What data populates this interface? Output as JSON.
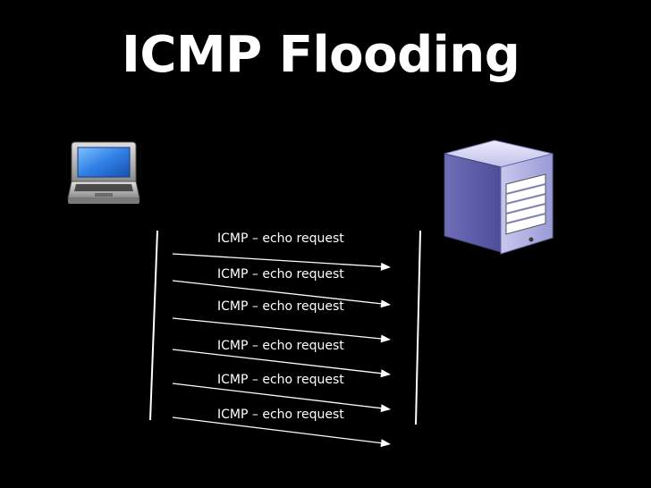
{
  "title": "ICMP Flooding",
  "colors": {
    "background": "#000000",
    "text": "#ffffff",
    "line": "#ffffff"
  },
  "participants": {
    "client": {
      "icon": "laptop-icon"
    },
    "server": {
      "icon": "server-tower-icon"
    }
  },
  "messages": [
    {
      "label": "ICMP – echo request"
    },
    {
      "label": "ICMP – echo request"
    },
    {
      "label": "ICMP – echo request"
    },
    {
      "label": "ICMP – echo request"
    },
    {
      "label": "ICMP – echo request"
    },
    {
      "label": "ICMP – echo request"
    }
  ]
}
